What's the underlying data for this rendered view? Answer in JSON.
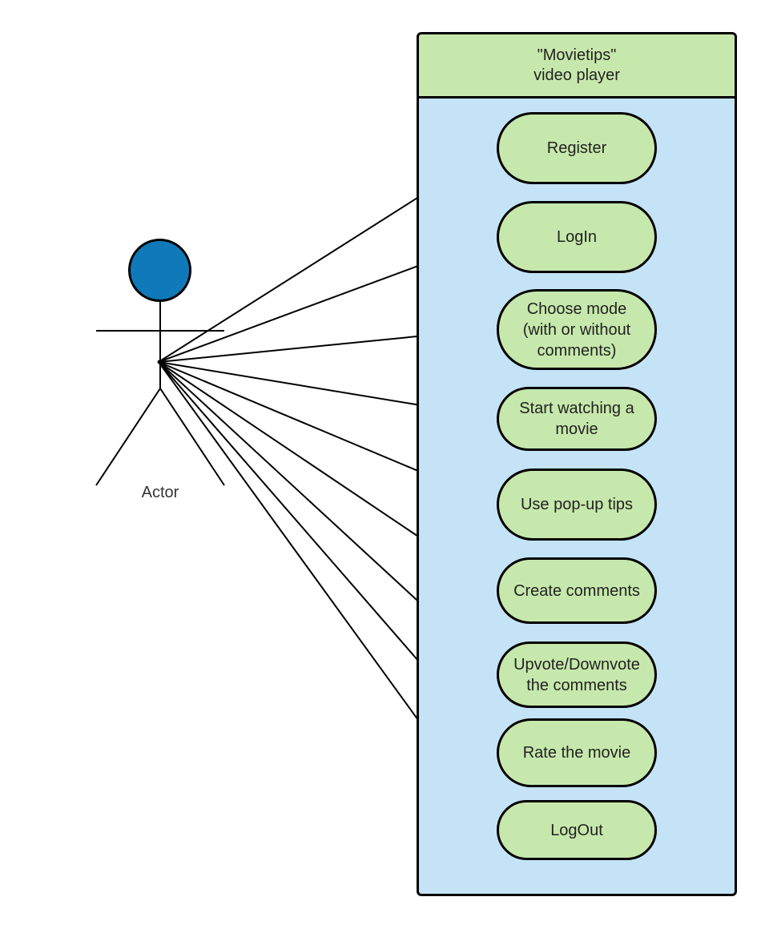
{
  "system": {
    "title": "\"Movietips\"\nvideo player"
  },
  "actor": {
    "label": "Actor"
  },
  "use_cases": [
    {
      "label": "Register"
    },
    {
      "label": "LogIn"
    },
    {
      "label": "Choose mode\n(with or without\ncomments)"
    },
    {
      "label": "Start watching a\nmovie"
    },
    {
      "label": "Use pop-up tips"
    },
    {
      "label": "Create comments"
    },
    {
      "label": "Upvote/Downvote\nthe comments"
    },
    {
      "label": "Rate the movie"
    },
    {
      "label": "LogOut"
    }
  ],
  "colors": {
    "system_fill": "#c5e3f6",
    "header_fill": "#c7e8ac",
    "usecase_fill": "#c7e8ac",
    "actor_head": "#0f79b9"
  }
}
